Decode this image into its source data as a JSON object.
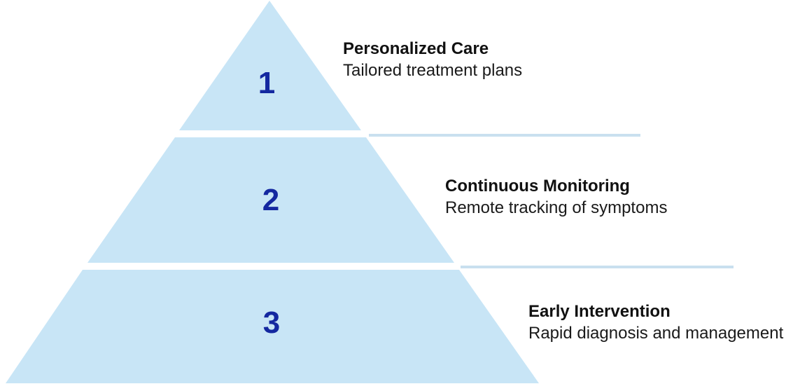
{
  "diagram": {
    "type": "pyramid",
    "levels": [
      {
        "number": "1",
        "title": "Personalized Care",
        "description": "Tailored treatment plans"
      },
      {
        "number": "2",
        "title": "Continuous Monitoring",
        "description": "Remote tracking of symptoms"
      },
      {
        "number": "3",
        "title": "Early Intervention",
        "description": "Rapid diagnosis and management"
      }
    ]
  },
  "colors": {
    "pyramid_fill": "#C8E5F6",
    "level_number": "#1428A0",
    "separator_line": "#C9E0EF",
    "title_text": "#111111",
    "description_text": "#1A1A1A",
    "background": "#FFFFFF"
  }
}
